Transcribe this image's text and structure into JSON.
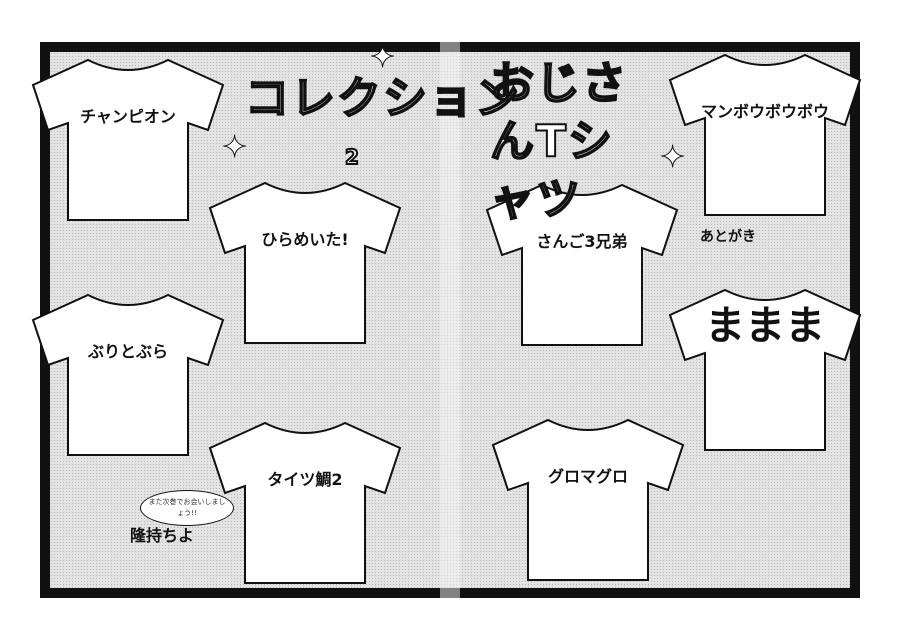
{
  "titles": {
    "left": "コレクション",
    "left_sub": "2",
    "right": "おじさんTシャツ"
  },
  "shirts": [
    {
      "label": "チャンピオン"
    },
    {
      "label": "ひらめいた!"
    },
    {
      "label": "ぶりとぶら"
    },
    {
      "label": "タイツ鯛2"
    },
    {
      "label": "さんご3兄弟"
    },
    {
      "label": "マンボウボウボウ"
    },
    {
      "label": "ままま"
    },
    {
      "label": "グロマグロ"
    }
  ],
  "afterword": "あとがき",
  "bubble": "また次巻でお会いしましょう!!",
  "author": "隆持ちよ"
}
